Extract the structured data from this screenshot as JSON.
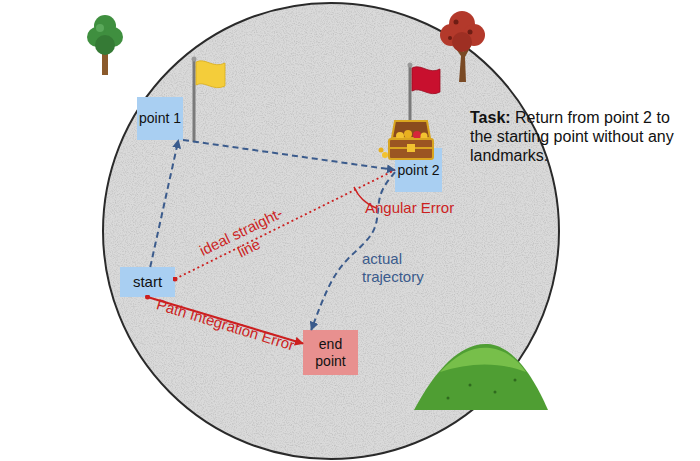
{
  "diagram": {
    "nodes": [
      {
        "text": [
          "point 1"
        ]
      },
      {
        "text": [
          "point 2"
        ]
      },
      {
        "text": [
          "start"
        ]
      },
      {
        "text": [
          "end point"
        ]
      }
    ],
    "edges": [
      {
        "from": 2,
        "to": 0,
        "arrow": "to"
      },
      {
        "from": 0,
        "to": 1,
        "arrow": "to"
      },
      {
        "from": 1,
        "to": 3,
        "label": "actual trajectory",
        "arrow": "to"
      },
      {
        "from": 2,
        "to": 1,
        "label": "ideal straight-line",
        "arrow": "none"
      },
      {
        "from": 2,
        "to": 3,
        "label": "Path Integration Error",
        "arrow": "to"
      }
    ],
    "labels": [
      "Task:",
      "Return from point 2 to the starting point without any landmarks.",
      "Angular Error"
    ]
  }
}
